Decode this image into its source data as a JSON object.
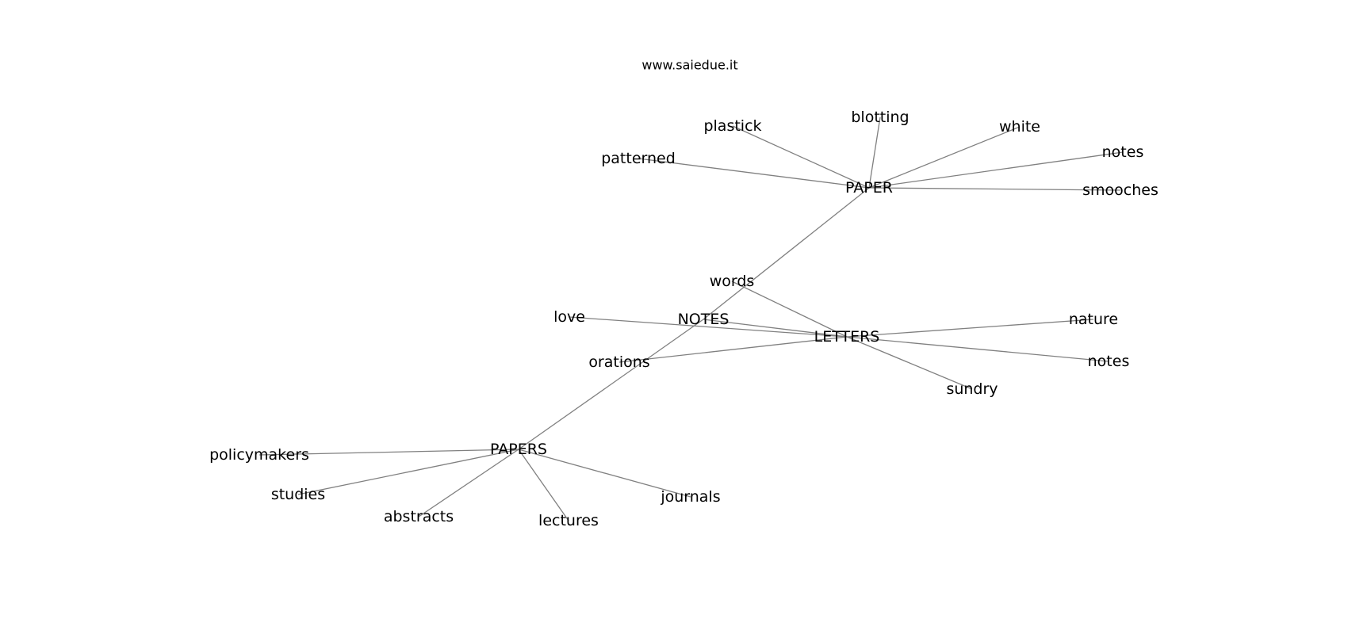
{
  "site": "www.saiedue.it",
  "graph": {
    "nodes": [
      {
        "id": "PAPER",
        "label": "PAPER"
      },
      {
        "id": "patterned",
        "label": "patterned"
      },
      {
        "id": "plastick",
        "label": "plastick"
      },
      {
        "id": "blotting",
        "label": "blotting"
      },
      {
        "id": "white",
        "label": "white"
      },
      {
        "id": "notes_paper",
        "label": "notes"
      },
      {
        "id": "smooches",
        "label": "smooches"
      },
      {
        "id": "words",
        "label": "words"
      },
      {
        "id": "NOTES",
        "label": "NOTES"
      },
      {
        "id": "LETTERS",
        "label": "LETTERS"
      },
      {
        "id": "love",
        "label": "love"
      },
      {
        "id": "orations",
        "label": "orations"
      },
      {
        "id": "nature",
        "label": "nature"
      },
      {
        "id": "notes_letters",
        "label": "notes"
      },
      {
        "id": "sundry",
        "label": "sundry"
      },
      {
        "id": "PAPERS",
        "label": "PAPERS"
      },
      {
        "id": "policymakers",
        "label": "policymakers"
      },
      {
        "id": "studies",
        "label": "studies"
      },
      {
        "id": "abstracts",
        "label": "abstracts"
      },
      {
        "id": "lectures",
        "label": "lectures"
      },
      {
        "id": "journals",
        "label": "journals"
      }
    ],
    "edges": [
      [
        "PAPER",
        "patterned"
      ],
      [
        "PAPER",
        "plastick"
      ],
      [
        "PAPER",
        "blotting"
      ],
      [
        "PAPER",
        "white"
      ],
      [
        "PAPER",
        "notes_paper"
      ],
      [
        "PAPER",
        "smooches"
      ],
      [
        "PAPER",
        "NOTES"
      ],
      [
        "words",
        "LETTERS"
      ],
      [
        "NOTES",
        "LETTERS"
      ],
      [
        "NOTES",
        "PAPERS"
      ],
      [
        "LETTERS",
        "love"
      ],
      [
        "LETTERS",
        "orations"
      ],
      [
        "LETTERS",
        "nature"
      ],
      [
        "LETTERS",
        "notes_letters"
      ],
      [
        "LETTERS",
        "sundry"
      ],
      [
        "PAPERS",
        "policymakers"
      ],
      [
        "PAPERS",
        "studies"
      ],
      [
        "PAPERS",
        "abstracts"
      ],
      [
        "PAPERS",
        "lectures"
      ],
      [
        "PAPERS",
        "journals"
      ]
    ]
  }
}
